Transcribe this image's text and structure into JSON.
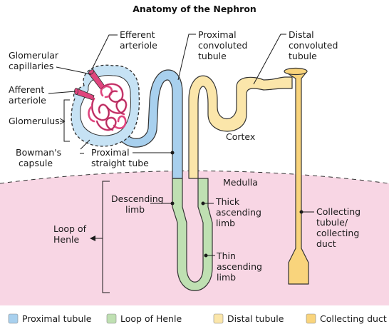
{
  "title": "Anatomy of the Nephron",
  "regions": {
    "cortex": "Cortex",
    "medulla": "Medulla"
  },
  "labels": {
    "efferent": [
      "Efferent",
      "arteriole"
    ],
    "glomerular_capillaries": [
      "Glomerular",
      "capillaries"
    ],
    "afferent": [
      "Afferent",
      "arteriole"
    ],
    "glomerulus": "Glomerulus",
    "bowmans": [
      "Bowman's",
      "capsule"
    ],
    "proximal_straight": [
      "Proximal",
      "straight tube"
    ],
    "proximal_convoluted": [
      "Proximal",
      "convoluted",
      "tubule"
    ],
    "distal_convoluted": [
      "Distal",
      "convoluted",
      "tubule"
    ],
    "descending_limb": [
      "Descending",
      "limb"
    ],
    "thick_ascending": [
      "Thick",
      "ascending",
      "limb"
    ],
    "thin_ascending": [
      "Thin",
      "ascending",
      "limb"
    ],
    "loop_of_henle": [
      "Loop of",
      "Henle"
    ],
    "collecting": [
      "Collecting",
      "tubule/",
      "collecting",
      "duct"
    ]
  },
  "legend": [
    {
      "label": "Proximal tubule",
      "color": "#a8d0ee"
    },
    {
      "label": "Loop of Henle",
      "color": "#bfe0b2"
    },
    {
      "label": "Distal tubule",
      "color": "#fbe6aa"
    },
    {
      "label": "Collecting duct",
      "color": "#f9d47c"
    }
  ],
  "colors": {
    "proximal": "#a8d0ee",
    "loop": "#bfe0b2",
    "distal": "#fbe6aa",
    "collecting": "#f9d47c",
    "medulla_bg": "#f8d6e4",
    "capillary": "#e0457e"
  }
}
